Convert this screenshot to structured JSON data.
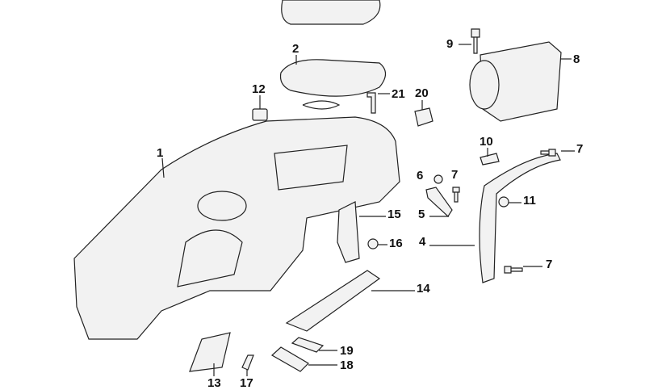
{
  "diagram": {
    "callouts": [
      {
        "id": "lbl-2",
        "text": "2"
      },
      {
        "id": "lbl-9",
        "text": "9"
      },
      {
        "id": "lbl-8",
        "text": "8"
      },
      {
        "id": "lbl-12",
        "text": "12"
      },
      {
        "id": "lbl-21",
        "text": "21"
      },
      {
        "id": "lbl-20",
        "text": "20"
      },
      {
        "id": "lbl-1",
        "text": "1"
      },
      {
        "id": "lbl-10",
        "text": "10"
      },
      {
        "id": "lbl-7a",
        "text": "7"
      },
      {
        "id": "lbl-6",
        "text": "6"
      },
      {
        "id": "lbl-7b",
        "text": "7"
      },
      {
        "id": "lbl-11",
        "text": "11"
      },
      {
        "id": "lbl-15",
        "text": "15"
      },
      {
        "id": "lbl-5",
        "text": "5"
      },
      {
        "id": "lbl-16",
        "text": "16"
      },
      {
        "id": "lbl-4",
        "text": "4"
      },
      {
        "id": "lbl-7c",
        "text": "7"
      },
      {
        "id": "lbl-14",
        "text": "14"
      },
      {
        "id": "lbl-19",
        "text": "19"
      },
      {
        "id": "lbl-18",
        "text": "18"
      },
      {
        "id": "lbl-13",
        "text": "13"
      },
      {
        "id": "lbl-17",
        "text": "17"
      }
    ]
  }
}
